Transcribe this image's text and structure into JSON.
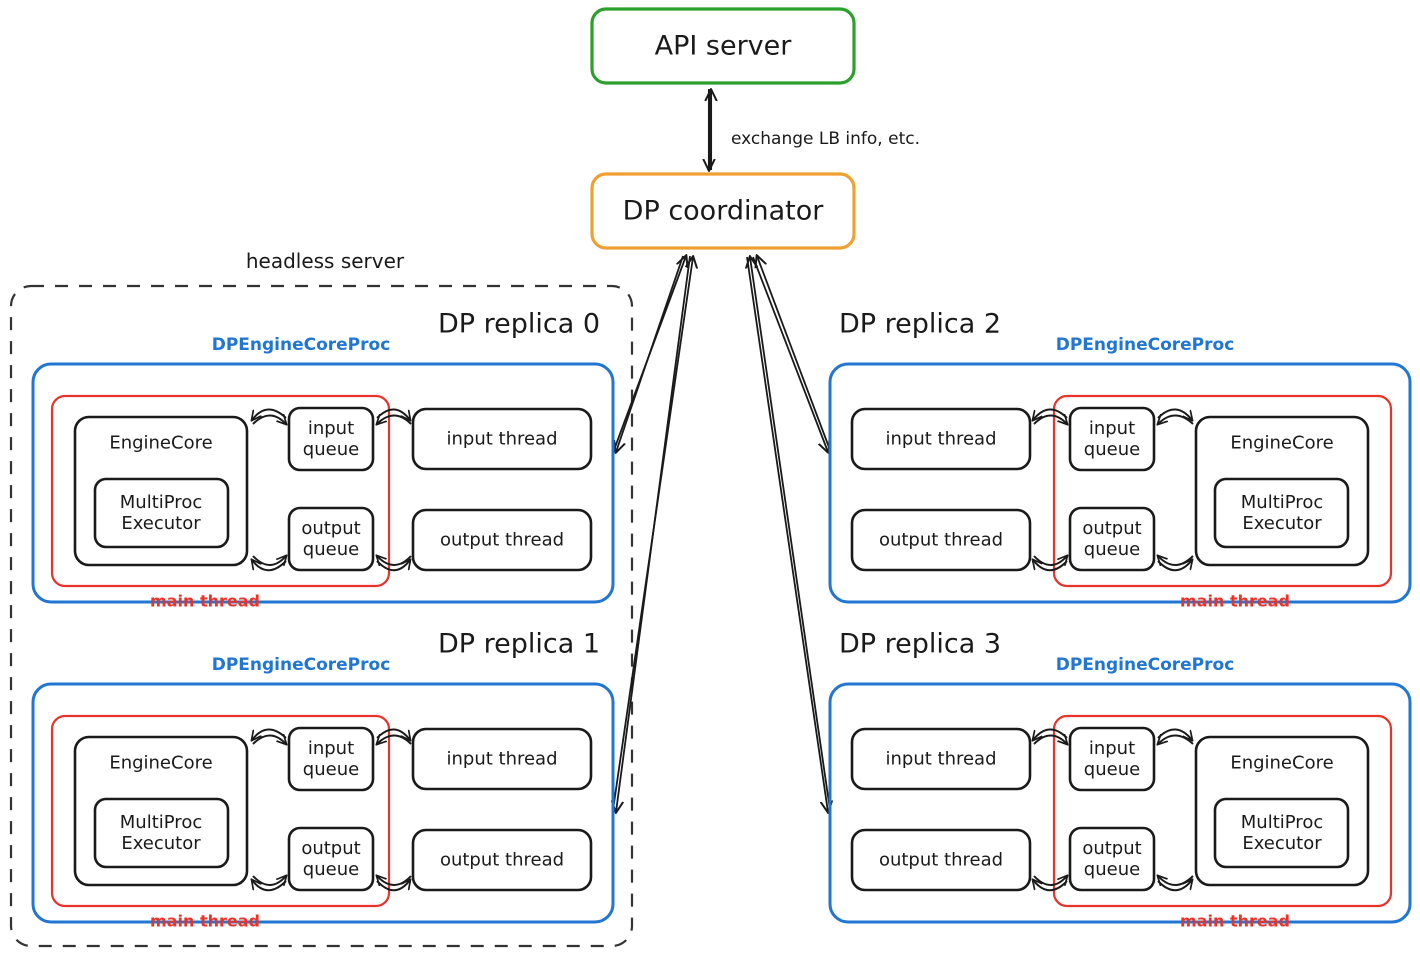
{
  "diagram": {
    "title_nodes": {
      "api_server": "API server",
      "dp_coordinator": "DP coordinator",
      "headless_server": "headless server",
      "exchange_label": "exchange LB info, etc."
    },
    "colors": {
      "api_server_border": "#2ba02b",
      "coordinator_border": "#f0a030",
      "proc_border": "#2176d2",
      "main_thread_border": "#e8332a",
      "box_border": "#1a1a1a",
      "dashed_border": "#333333",
      "arrow": "#1a1a1a",
      "background": "#ffffff"
    },
    "proc_label": "DPEngineCoreProc",
    "main_thread_label": "main thread",
    "node_labels": {
      "engine_core": "EngineCore",
      "multiproc_executor_line1": "MultiProc",
      "multiproc_executor_line2": "Executor",
      "input_queue_line1": "input",
      "input_queue_line2": "queue",
      "output_queue_line1": "output",
      "output_queue_line2": "queue",
      "input_thread": "input thread",
      "output_thread": "output thread"
    },
    "replicas": [
      {
        "id": 0,
        "title": "DP replica 0",
        "orientation": "left"
      },
      {
        "id": 1,
        "title": "DP replica 1",
        "orientation": "left"
      },
      {
        "id": 2,
        "title": "DP replica 2",
        "orientation": "right"
      },
      {
        "id": 3,
        "title": "DP replica 3",
        "orientation": "right"
      }
    ]
  }
}
